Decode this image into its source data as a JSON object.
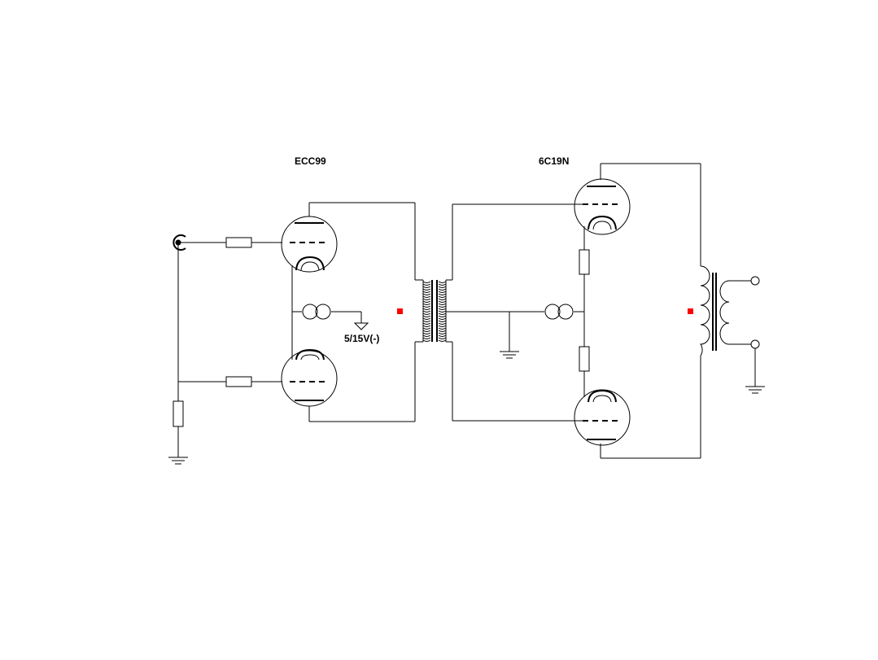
{
  "labels": {
    "tube_driver": "ECC99",
    "tube_output": "6C19N",
    "supply": "5/15V(-)"
  },
  "colors": {
    "line": "#000000",
    "marker": "#ff0000",
    "background": "#ffffff"
  }
}
